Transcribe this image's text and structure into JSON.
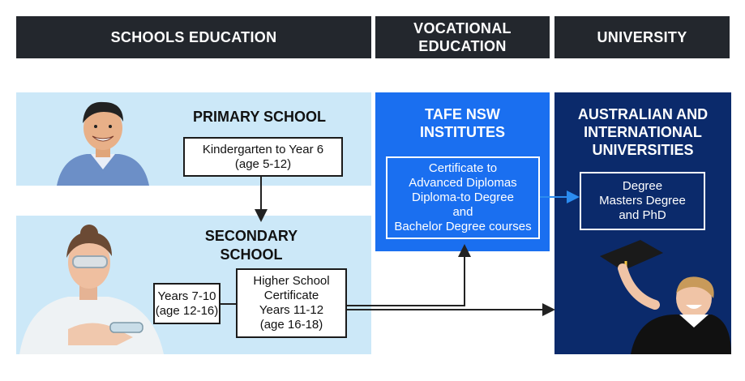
{
  "headers": {
    "schools": "SCHOOLS  EDUCATION",
    "vocational": "VOCATIONAL\nEDUCATION",
    "university": "UNIVERSITY"
  },
  "primary": {
    "title": "PRIMARY SCHOOL",
    "box": "Kindergarten to Year 6\n(age 5-12)"
  },
  "secondary": {
    "title": "SECONDARY\nSCHOOL",
    "years_box": "Years 7-10\n(age 12-16)",
    "hsc_box": "Higher School\nCertificate\nYears 11-12\n(age 16-18)"
  },
  "tafe": {
    "title": "TAFE NSW\nINSTITUTES",
    "box": "Certificate to\nAdvanced Diplomas\nDiploma-to Degree\nand\nBachelor Degree courses"
  },
  "uni": {
    "title": "AUSTRALIAN AND\nINTERNATIONAL\nUNIVERSITIES",
    "box": "Degree\nMasters Degree\nand PhD"
  },
  "colors": {
    "header_bg": "#23272d",
    "light_blue": "#cce8f8",
    "tafe_blue": "#1a6ff0",
    "uni_navy": "#0b2a6b"
  }
}
